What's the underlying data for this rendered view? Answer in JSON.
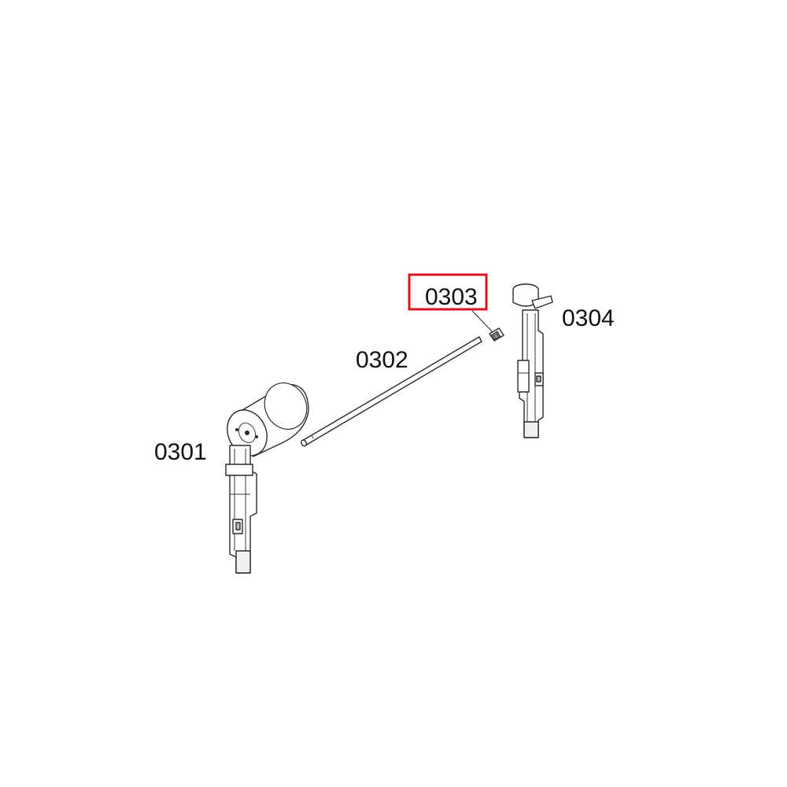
{
  "labels": {
    "part_0301": "0301",
    "part_0302": "0302",
    "part_0303": "0303",
    "part_0304": "0304"
  },
  "highlight": {
    "part": "0303",
    "color": "#d9141e"
  },
  "colors": {
    "line": "#2a2a2a",
    "background": "#ffffff"
  }
}
